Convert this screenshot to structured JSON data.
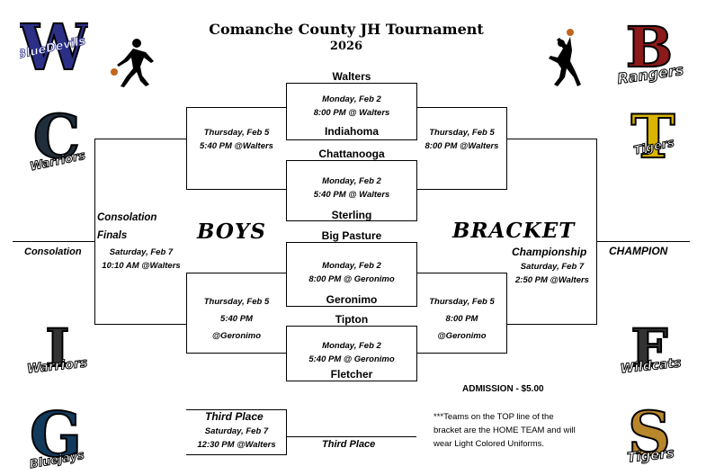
{
  "header": {
    "title": "Comanche County JH Tournament",
    "year": "2026"
  },
  "logos": {
    "top_left": {
      "name": "Walters",
      "text": "BlueDevils",
      "letter": "W",
      "color": "#2b2f86"
    },
    "top_right": {
      "name": "Rangers",
      "text": "Rangers",
      "letter": "B",
      "color": "#8b1a1a"
    },
    "mid_left": {
      "name": "Chattanooga",
      "text": "Warriors",
      "letter": "C",
      "color": "#1f2e3a"
    },
    "mid_right": {
      "name": "Tipton",
      "text": "Tigers",
      "letter": "T",
      "color": "#d9b400"
    },
    "low_left": {
      "name": "Indiahoma",
      "text": "Warriors",
      "letter": "I",
      "color": "#333333"
    },
    "low_right": {
      "name": "Fletcher",
      "text": "Wildcats",
      "letter": "F",
      "color": "#333333"
    },
    "bot_left": {
      "name": "Geronimo",
      "text": "Bluejays",
      "letter": "G",
      "color": "#123a5c"
    },
    "bot_right": {
      "name": "Sterling",
      "text": "Tigers",
      "letter": "S",
      "color": "#b8862b"
    }
  },
  "first_round": [
    {
      "top": "Walters",
      "date": "Monday, Feb 2",
      "time": "8:00 PM @ Walters",
      "bottom": "Indiahoma"
    },
    {
      "top": "Chattanooga",
      "date": "Monday, Feb 2",
      "time": "5:40 PM @ Walters",
      "bottom": "Sterling"
    },
    {
      "top": "Big Pasture",
      "date": "Monday, Feb 2",
      "time": "8:00 PM @ Geronimo",
      "bottom": "Geronimo"
    },
    {
      "top": "Tipton",
      "date": "Monday, Feb 2",
      "time": "5:40 PM @ Geronimo",
      "bottom": "Fletcher"
    }
  ],
  "semis": {
    "upper_left": {
      "date": "Thursday, Feb 5",
      "time": "5:40 PM @Walters"
    },
    "upper_right": {
      "date": "Thursday, Feb 5",
      "time": "8:00 PM @Walters"
    },
    "lower_left": {
      "date": "Thursday, Feb 5",
      "time": "5:40 PM",
      "place": "@Geronimo"
    },
    "lower_right": {
      "date": "Thursday, Feb 5",
      "time": "8:00 PM",
      "place": "@Geronimo"
    }
  },
  "consolation": {
    "heading1": "Consolation",
    "heading2": "Finals",
    "date": "Saturday, Feb 7",
    "time": "10:10 AM @Walters",
    "winner_label": "Consolation"
  },
  "championship": {
    "heading": "Championship",
    "date": "Saturday, Feb 7",
    "time": "2:50 PM @Walters",
    "winner_label": "CHAMPION"
  },
  "third_place": {
    "heading": "Third Place",
    "date": "Saturday, Feb 7",
    "time": "12:30 PM @Walters",
    "winner_label": "Third Place"
  },
  "banner": {
    "left": "BOYS",
    "right": "BRACKET"
  },
  "admission": "ADMISSION - $5.00",
  "note": "***Teams on the TOP line of the bracket are the HOME TEAM and will wear Light Colored Uniforms."
}
